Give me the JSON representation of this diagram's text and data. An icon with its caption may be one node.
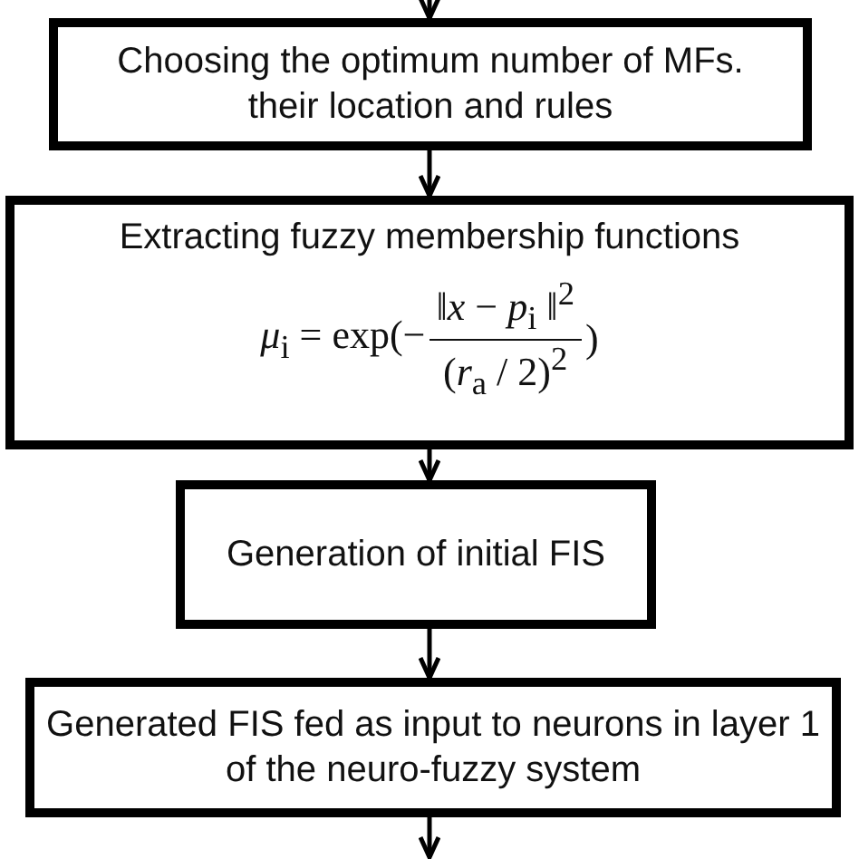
{
  "diagram": {
    "nodes": [
      {
        "text": [
          "Choosing the optimum number of MFs. their location and rules"
        ]
      },
      {
        "text": [
          "Extracting fuzzy membership functions",
          "*μ*$_{i}$ = exp(−",
          "‖*x* − *p*$_{i}$ ‖$^{2}$",
          "(*r*$_{a}$ / 2)$^{2}$",
          ")"
        ]
      },
      {
        "text": [
          "Generation of initial FIS"
        ]
      },
      {
        "text": [
          "Generated FIS fed as input to neurons in layer 1 of the neuro-fuzzy system"
        ]
      }
    ],
    "edges": [
      {
        "from": null,
        "to": 0,
        "arrow": "to"
      },
      {
        "from": 0,
        "to": 1,
        "arrow": "to"
      },
      {
        "from": 1,
        "to": 2,
        "arrow": "to"
      },
      {
        "from": 2,
        "to": 3,
        "arrow": "to"
      },
      {
        "from": 3,
        "to": null,
        "arrow": "to"
      }
    ]
  }
}
